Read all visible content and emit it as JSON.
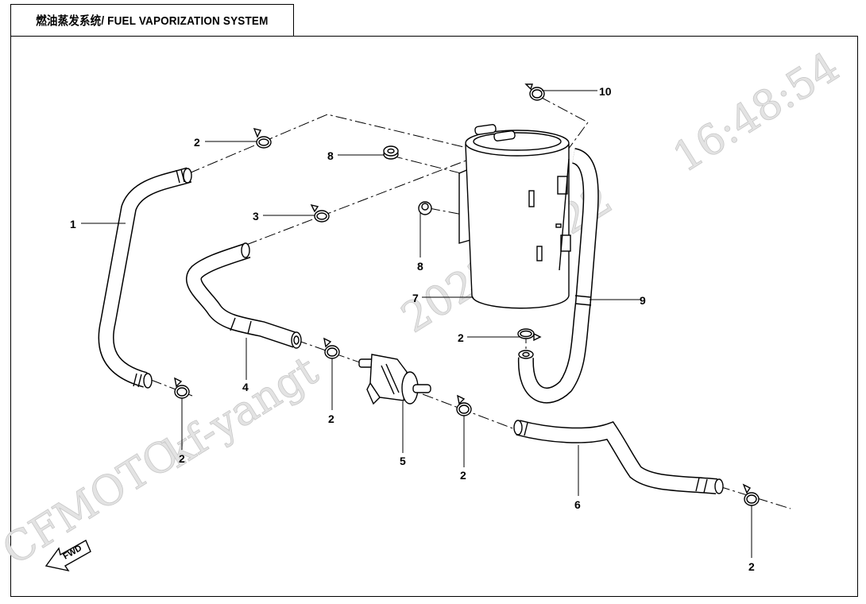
{
  "title": "燃油蒸发系统/ FUEL VAPORIZATION SYSTEM",
  "callouts": {
    "c1": "1",
    "c2_top": "2",
    "c2_left_lower": "2",
    "c2_center": "2",
    "c2_mid": "2",
    "c2_canister": "2",
    "c2_right": "2",
    "c3": "3",
    "c4": "4",
    "c5": "5",
    "c6": "6",
    "c7": "7",
    "c8_top": "8",
    "c8_side": "8",
    "c9": "9",
    "c10": "10"
  },
  "fwd_label": "FWD",
  "watermark": {
    "user": "kf-yangt",
    "date": "2022-02-22",
    "time": "16:48:54",
    "brand": "CFMOTO"
  }
}
